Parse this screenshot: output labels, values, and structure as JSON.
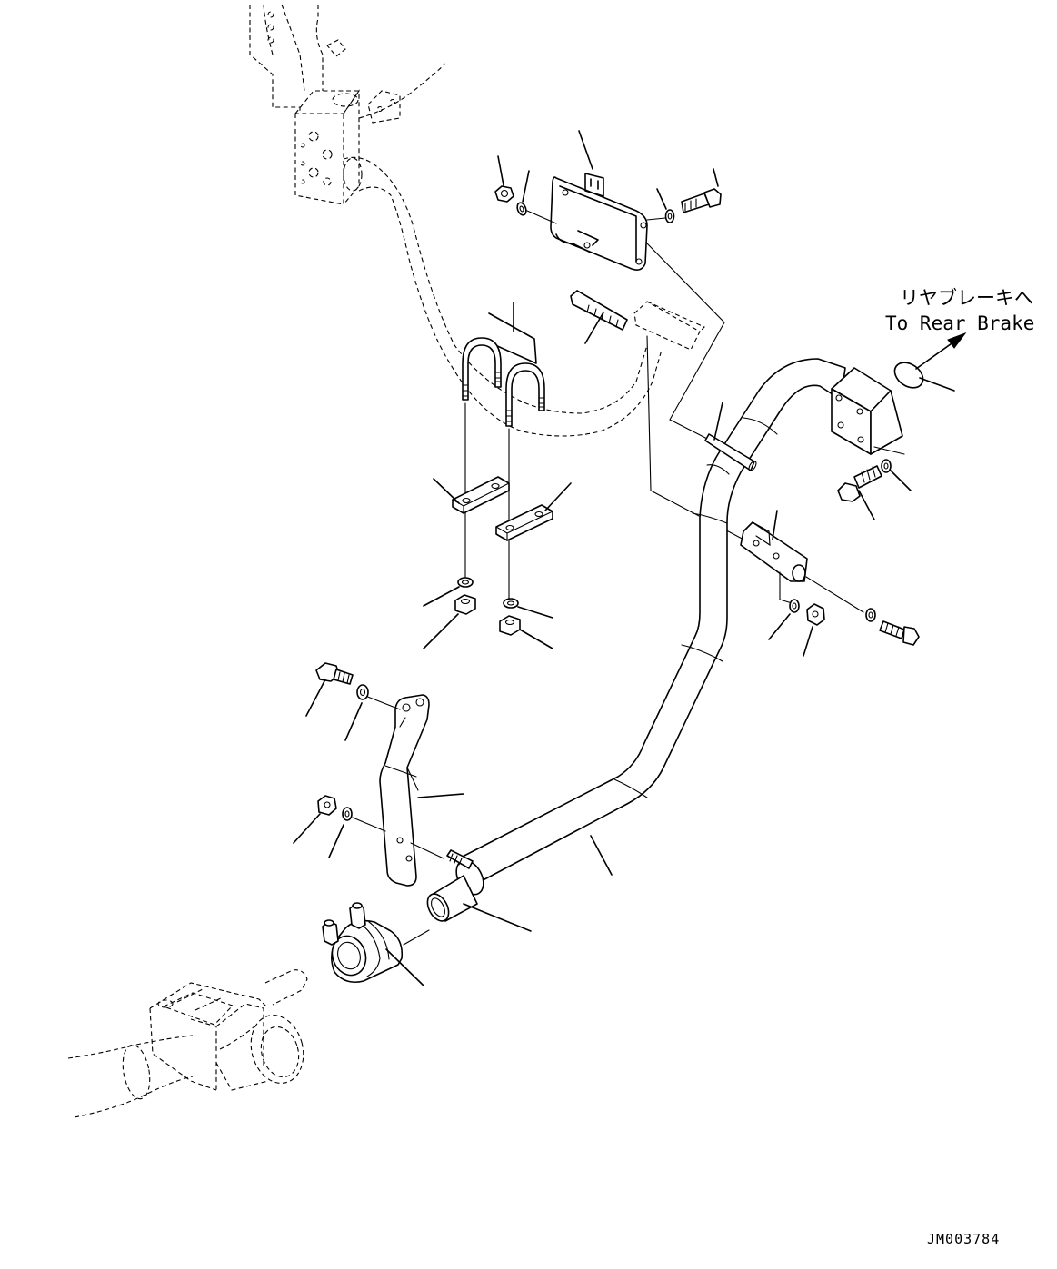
{
  "annotation": {
    "japanese": "リヤブレーキへ",
    "english": "To Rear Brake"
  },
  "drawing_code": "JM003784"
}
